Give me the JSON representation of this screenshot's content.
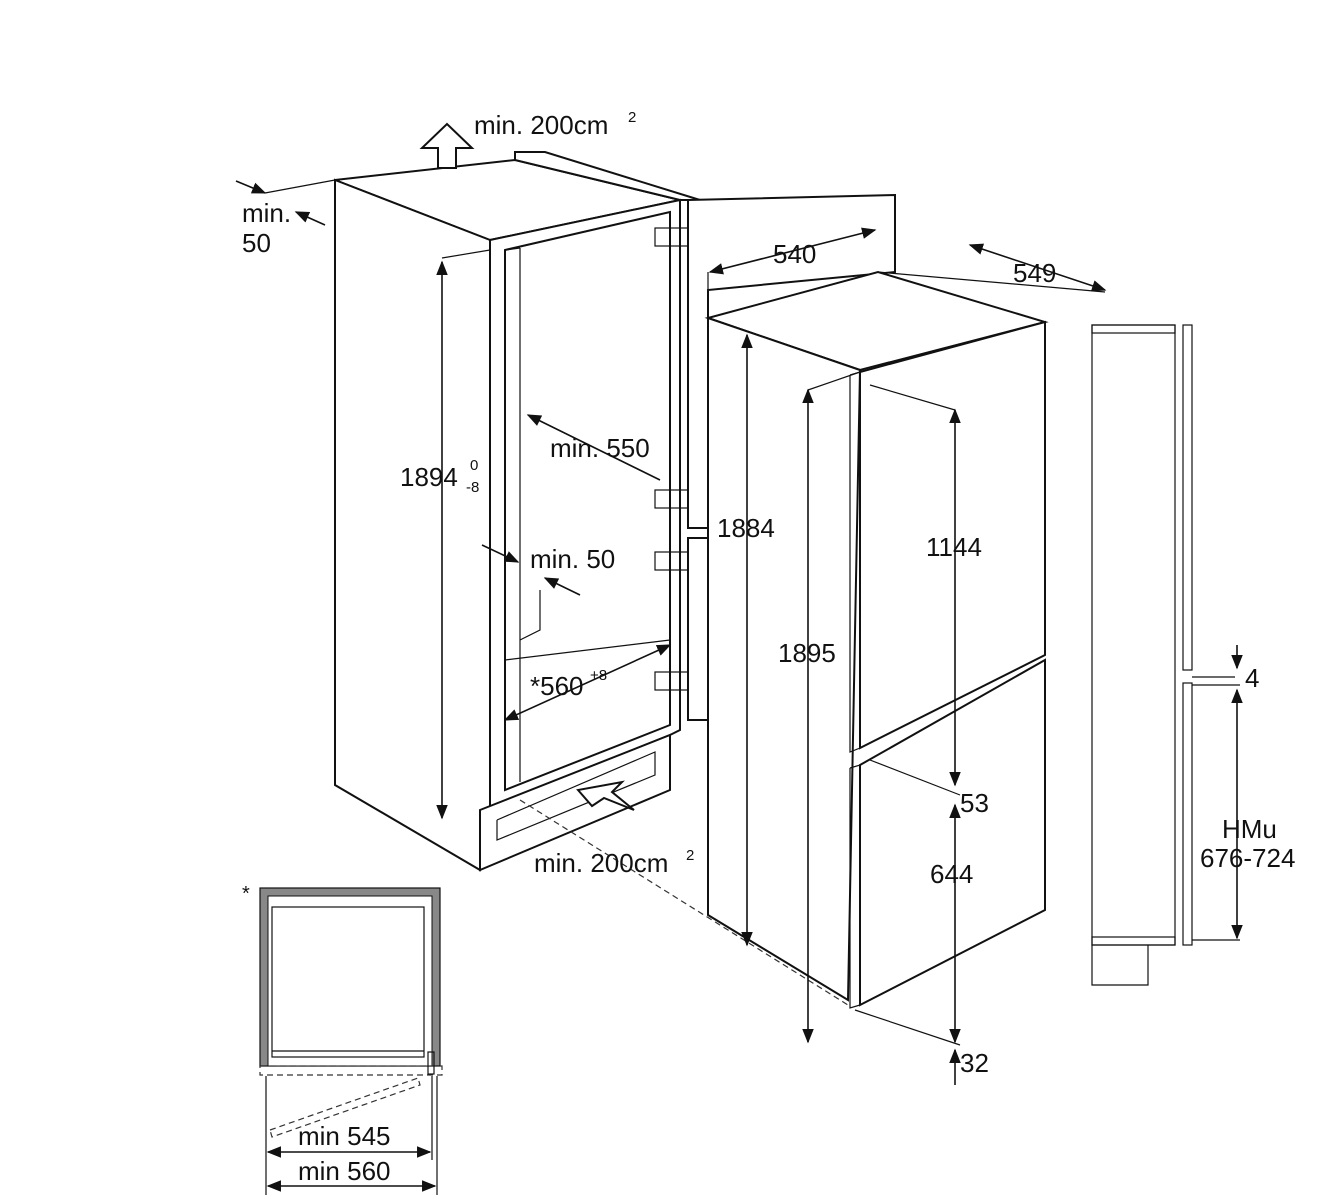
{
  "labels": {
    "vent_top": "min. 200cm",
    "vent_top_sup": "2",
    "top_gap_min": "min.",
    "top_gap_val": "50",
    "niche_height": "1894",
    "niche_height_tol_upper": "0",
    "niche_height_tol_lower": "-8",
    "depth_min": "min. 550",
    "rear_gap_min": "min. 50",
    "niche_width": "*560",
    "niche_width_tol": "+8",
    "vent_bottom": "min. 200cm",
    "vent_bottom_sup": "2",
    "appliance_width": "540",
    "appliance_depth": "549",
    "appliance_height": "1884",
    "overall_height": "1895",
    "upper_door": "1144",
    "door_gap": "53",
    "lower_door": "644",
    "bottom_offset": "32",
    "panel_gap": "4",
    "hmu_label": "HMu",
    "hmu_range": "676-724",
    "inset_note": "*",
    "inset_min_545": "min 545",
    "inset_min_560": "min 560"
  }
}
